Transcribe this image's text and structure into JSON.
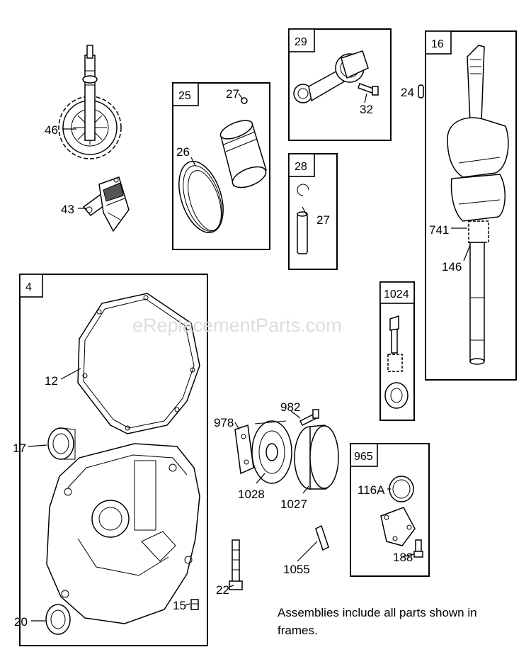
{
  "watermark": "eReplacementParts.com",
  "note": "Assemblies include all parts shown in frames.",
  "frames": {
    "piston": "25",
    "connecting_rod": "29",
    "pin": "28",
    "crankshaft": "16",
    "sump": "4",
    "governor": "1024",
    "cover": "965"
  },
  "callouts": {
    "p46": "46",
    "p43": "43",
    "p27a": "27",
    "p26": "26",
    "p32": "32",
    "p24": "24",
    "p27b": "27",
    "p741": "741",
    "p146": "146",
    "p12": "12",
    "p17": "17",
    "p20": "20",
    "p15": "15",
    "p22": "22",
    "p978": "978",
    "p982": "982",
    "p1028": "1028",
    "p1027": "1027",
    "p1055": "1055",
    "p116a": "116A",
    "p188": "188"
  }
}
